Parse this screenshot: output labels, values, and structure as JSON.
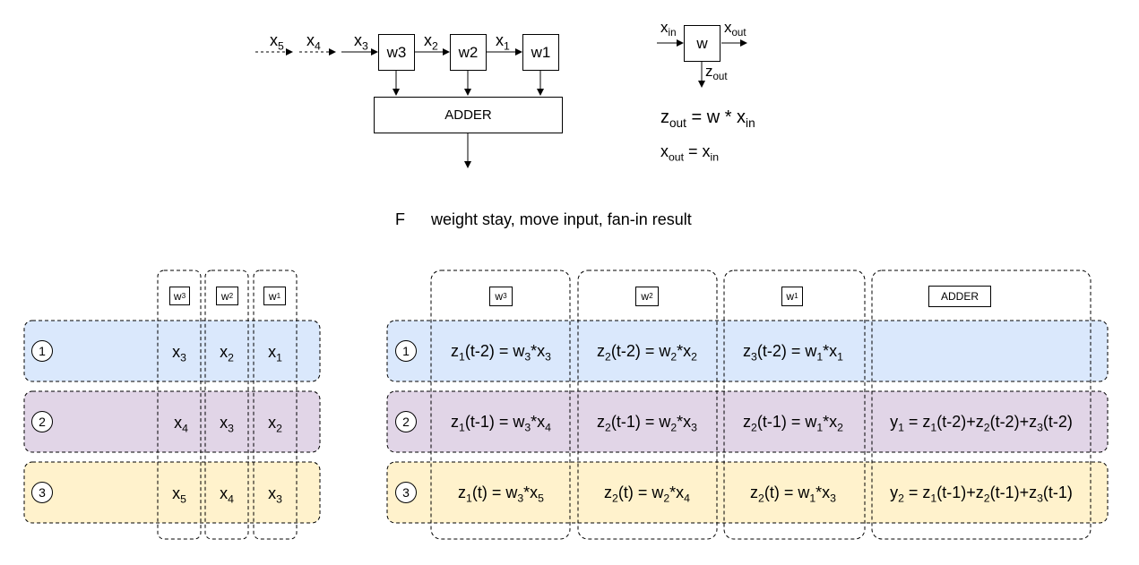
{
  "top_diagram": {
    "inputs": [
      {
        "base": "x",
        "sub": "5"
      },
      {
        "base": "x",
        "sub": "4"
      },
      {
        "base": "x",
        "sub": "3"
      },
      {
        "base": "x",
        "sub": "2"
      },
      {
        "base": "x",
        "sub": "1"
      }
    ],
    "cells": [
      "w3",
      "w2",
      "w1"
    ],
    "adder": "ADDER"
  },
  "legend": {
    "cell": "w",
    "x_in": {
      "base": "x",
      "sub": "in"
    },
    "x_out": {
      "base": "x",
      "sub": "out"
    },
    "z_out": {
      "base": "z",
      "sub": "out"
    },
    "eq1": {
      "lhs": "z",
      "lhs_sub": "out",
      "mid": " = w * x",
      "rhs_sub": "in"
    },
    "eq2": {
      "lhs": "x",
      "lhs_sub": "out",
      "mid": " = x",
      "rhs_sub": "in"
    }
  },
  "caption": {
    "letter": "F",
    "text": "weight stay, move input, fan-in result"
  },
  "rows": [
    "1",
    "2",
    "3"
  ],
  "left_table": {
    "columns": [
      {
        "base": "w",
        "sub": "3"
      },
      {
        "base": "w",
        "sub": "2"
      },
      {
        "base": "w",
        "sub": "1"
      }
    ],
    "cells": [
      [
        {
          "base": "x",
          "sub": "3"
        },
        {
          "base": "x",
          "sub": "2"
        },
        {
          "base": "x",
          "sub": "1"
        }
      ],
      [
        {
          "base": "x",
          "sub": "4"
        },
        {
          "base": "x",
          "sub": "3"
        },
        {
          "base": "x",
          "sub": "2"
        }
      ],
      [
        {
          "base": "x",
          "sub": "5"
        },
        {
          "base": "x",
          "sub": "4"
        },
        {
          "base": "x",
          "sub": "3"
        }
      ]
    ]
  },
  "right_table": {
    "columns": [
      {
        "base": "w",
        "sub": "3"
      },
      {
        "base": "w",
        "sub": "2"
      },
      {
        "base": "w",
        "sub": "1"
      },
      {
        "base": "ADDER",
        "sub": ""
      }
    ],
    "cells": [
      [
        {
          "z": "1",
          "t": "(t-2)",
          "w": "3",
          "x": "3"
        },
        {
          "z": "2",
          "t": "(t-2)",
          "w": "2",
          "x": "2"
        },
        {
          "z": "3",
          "t": "(t-2)",
          "w": "1",
          "x": "1"
        }
      ],
      [
        {
          "z": "1",
          "t": "(t-1)",
          "w": "3",
          "x": "4"
        },
        {
          "z": "2",
          "t": "(t-1)",
          "w": "2",
          "x": "3"
        },
        {
          "z": "2",
          "t": "(t-1)",
          "w": "1",
          "x": "2"
        }
      ],
      [
        {
          "z": "1",
          "t": "(t)",
          "w": "3",
          "x": "5"
        },
        {
          "z": "2",
          "t": "(t)",
          "w": "2",
          "x": "4"
        },
        {
          "z": "2",
          "t": "(t)",
          "w": "1",
          "x": "3"
        }
      ]
    ],
    "adder_cells": [
      null,
      {
        "y": "1",
        "terms": [
          {
            "z": "1",
            "t": "(t-2)"
          },
          {
            "z": "2",
            "t": "(t-2)"
          },
          {
            "z": "3",
            "t": "(t-2)"
          }
        ]
      },
      {
        "y": "2",
        "terms": [
          {
            "z": "1",
            "t": "(t-1)"
          },
          {
            "z": "2",
            "t": "(t-1)"
          },
          {
            "z": "3",
            "t": "(t-1)"
          }
        ]
      }
    ]
  },
  "colors": {
    "row1": "#dae8fc",
    "row2": "#e1d5e7",
    "row3": "#fff2cc",
    "stroke": "#000000"
  }
}
